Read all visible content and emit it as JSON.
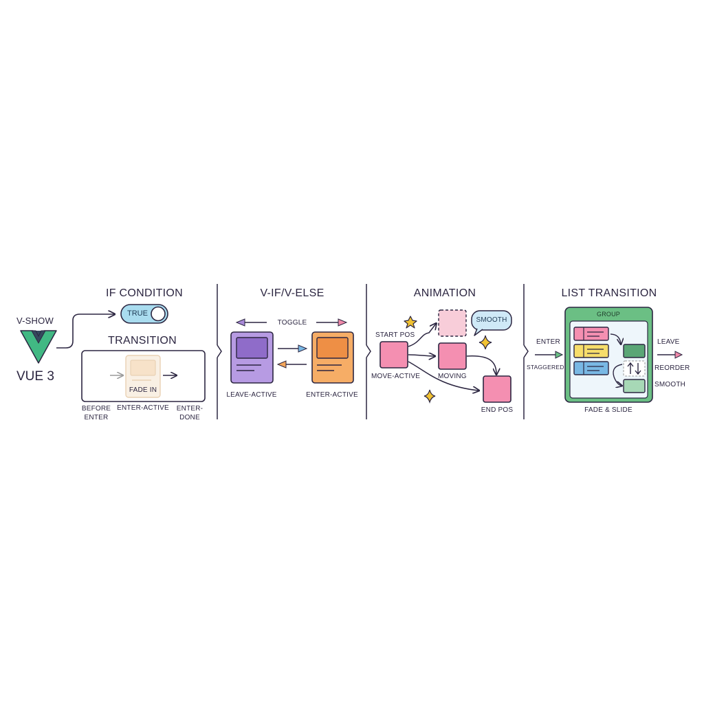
{
  "logo": {
    "top_label": "V-SHOW",
    "name": "VUE 3",
    "colors": {
      "outer": "#41b883",
      "inner": "#35495e"
    }
  },
  "panel1": {
    "if_condition": {
      "heading": "IF CONDITION",
      "toggle_label": "TRUE"
    },
    "transition": {
      "heading": "TRANSITION",
      "card_label": "FADE IN",
      "stages": [
        "BEFORE\nENTER",
        "ENTER-ACTIVE",
        "ENTER-\nDONE"
      ]
    }
  },
  "panel2": {
    "heading": "V-IF/V-ELSE",
    "toggle_label": "TOGGLE",
    "left_label": "LEAVE-ACTIVE",
    "right_label": "ENTER-ACTIVE"
  },
  "panel3": {
    "heading": "ANIMATION",
    "start_label": "START POS",
    "move_active_label": "MOVE-ACTIVE",
    "moving_label": "MOVING",
    "end_label": "END POS",
    "bubble_label": "SMOOTH"
  },
  "panel4": {
    "heading": "LIST TRANSITION",
    "group_label": "GROUP",
    "enter_label": "ENTER",
    "staggered_label": "STAGGERED",
    "leave_label": "LEAVE",
    "reorder_label": "REORDER",
    "smooth_label": "SMOOTH",
    "caption": "FADE & SLIDE"
  },
  "colors": {
    "purple": "#a98ad8",
    "orange": "#f3a65a",
    "pink": "#f08aa9",
    "green": "#5aa676",
    "yellow": "#f6dd6a",
    "blue": "#79b8e4",
    "star": "#f1c232"
  }
}
